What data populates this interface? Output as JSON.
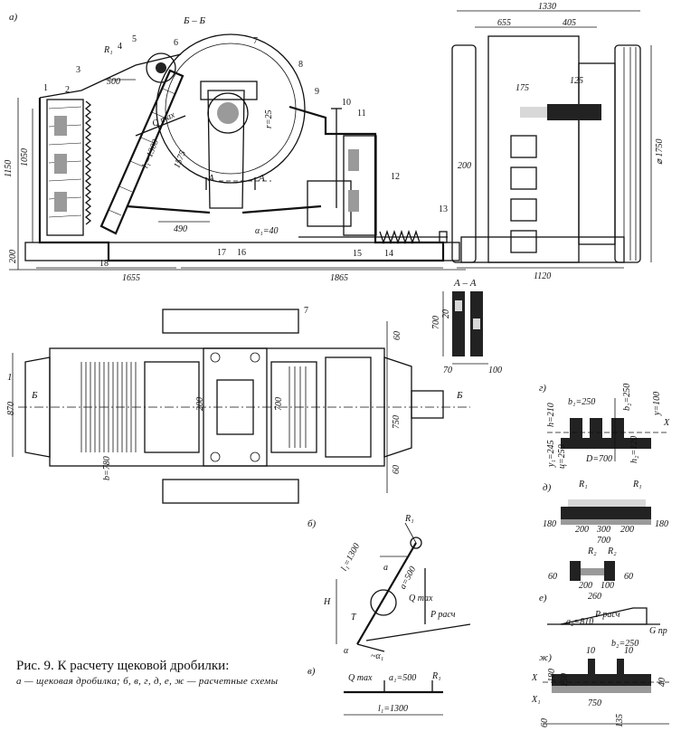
{
  "labels": {
    "fig_a": "а)",
    "fig_b": "б)",
    "fig_v": "в)",
    "fig_g": "г)",
    "fig_d": "д)",
    "fig_e": "е)",
    "fig_zh": "ж)",
    "section_bb": "Б – Б",
    "section_aa": "А – А",
    "mark_a": "А",
    "mark_b": "Б"
  },
  "parts": [
    "1",
    "2",
    "3",
    "4",
    "5",
    "6",
    "7",
    "8",
    "9",
    "10",
    "11",
    "12",
    "13",
    "14",
    "15",
    "16",
    "17",
    "18"
  ],
  "dims_main": {
    "d1150": "1150",
    "d1050": "1050",
    "d200": "200",
    "d500": "500",
    "d1655": "1655",
    "d1865": "1865",
    "d490": "490",
    "d1575": "1575",
    "dl1300": "l₁=1300",
    "dr25": "r=25",
    "dalpha": "α₁=40",
    "dqmax": "Q max",
    "dR1": "R₁"
  },
  "dims_side": {
    "d1330": "1330",
    "d655": "655",
    "d405": "405",
    "d175": "175",
    "d125": "125",
    "d1750": "⌀ 1750",
    "d200": "200",
    "d1120": "1120"
  },
  "dims_plan": {
    "d870": "870",
    "d60a": "60",
    "d750": "750",
    "d60b": "60",
    "d200": "200",
    "d700": "700",
    "db780": "b=780",
    "d70": "70",
    "d100": "100",
    "d700v": "700",
    "d20": "20"
  },
  "scheme_b": {
    "l1": "l₁=1300",
    "a": "a",
    "d500": "a=500",
    "qmax": "Q max",
    "ppach": "P расч",
    "R1": "R₁",
    "H": "H",
    "T": "T",
    "alpha": "α",
    "a1": "~α₁"
  },
  "scheme_v": {
    "qmax": "Q max",
    "a500": "a₁=500",
    "R1": "R₁",
    "l1": "l₁=1300"
  },
  "scheme_g": {
    "b1": "b₁=250",
    "b2": "b₂=250",
    "x": "X",
    "y100": "y=100",
    "d210": "h=210",
    "d245": "y₁=245",
    "d260": "ц=250",
    "d700": "D=700",
    "d120": "h₂=120"
  },
  "scheme_d": {
    "R1a": "R₁",
    "R1b": "R₁",
    "d180a": "180",
    "d180b": "180",
    "d200a": "200",
    "d300": "300",
    "d200b": "200",
    "d700": "700"
  },
  "scheme_e": {
    "R2a": "R₂",
    "R2b": "R₂",
    "d60a": "60",
    "d200": "200",
    "d100": "100",
    "d60b": "60",
    "d260": "260",
    "a2": "a₂=810",
    "ppach": "P расч",
    "b2": "b₂=250",
    "gpr": "G пр"
  },
  "scheme_zh": {
    "d10a": "10",
    "d10b": "10",
    "x": "X",
    "x1": "X₁",
    "d180": "180",
    "d150": "150",
    "d40": "40",
    "d750": "750",
    "d135": "135",
    "d60": "60"
  },
  "caption": {
    "title": "Рис. 9. К расчету щековой дробилки:",
    "subtitle": "а — щековая дробилка; б, в, г, д, е, ж — расчетные схемы"
  }
}
